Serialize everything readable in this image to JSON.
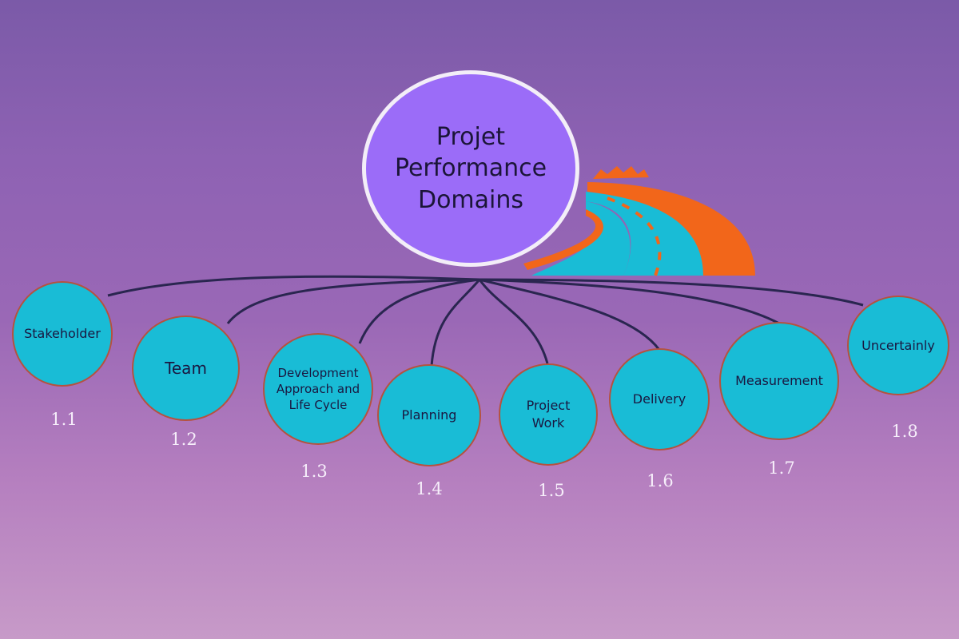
{
  "hub": {
    "title": "Projet Performance Domains"
  },
  "domains": [
    {
      "label": "Stakeholder",
      "number": "1.1"
    },
    {
      "label": "Team",
      "number": "1.2"
    },
    {
      "label": "Development Approach and Life Cycle",
      "number": "1.3"
    },
    {
      "label": "Planning",
      "number": "1.4"
    },
    {
      "label": "Project Work",
      "number": "1.5"
    },
    {
      "label": "Delivery",
      "number": "1.6"
    },
    {
      "label": "Measurement",
      "number": "1.7"
    },
    {
      "label": "Uncertainly",
      "number": "1.8"
    }
  ],
  "colors": {
    "node_fill": "#19bcd6",
    "node_border": "#b5523f",
    "hub_fill": "#9b6cf8",
    "road_orange": "#f2661a",
    "road_cyan": "#19bcd6"
  }
}
